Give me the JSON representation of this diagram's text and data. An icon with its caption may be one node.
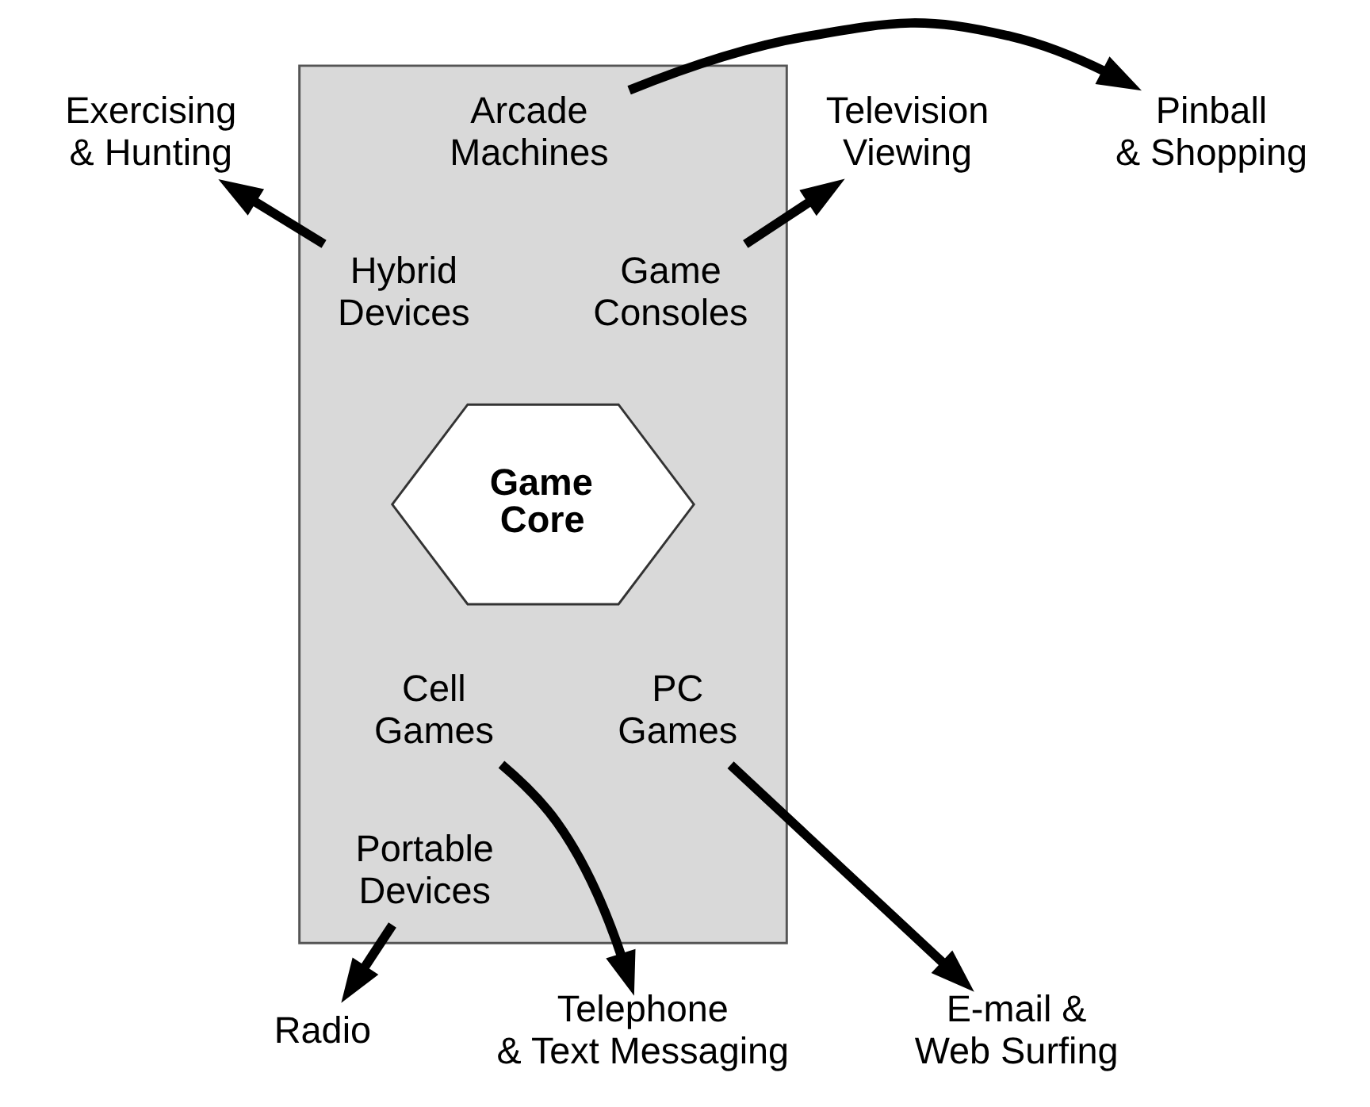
{
  "diagram": {
    "nodes": [
      {
        "text": [],
        "shape": "hexagon"
      },
      {
        "text": [
          "Arcade Machines"
        ],
        "in": 0
      },
      {
        "text": [
          "Game Consoles"
        ],
        "in": 0
      },
      {
        "text": [
          "PC Games"
        ],
        "in": 0
      },
      {
        "text": [
          "Portable Devices"
        ],
        "in": 0
      },
      {
        "text": [
          "Cell Games"
        ],
        "in": 0
      },
      {
        "text": [
          "Hybrid Devices"
        ],
        "in": 0
      },
      {
        "text": [
          "Game Core"
        ],
        "in": 0
      },
      {
        "text": [
          "Pinball & Shopping"
        ]
      },
      {
        "text": [
          "Television Viewing"
        ]
      },
      {
        "text": [
          "E-mail & Web Surfing"
        ]
      },
      {
        "text": [
          "Radio"
        ]
      },
      {
        "text": [
          "Telephone & Text Messaging"
        ]
      },
      {
        "text": [
          "Exercising & Hunting"
        ]
      }
    ],
    "edges": [
      {
        "from": 1,
        "to": 8,
        "arrow": "to"
      },
      {
        "from": 2,
        "to": 9,
        "arrow": "to"
      },
      {
        "from": 3,
        "to": 10,
        "arrow": "to"
      },
      {
        "from": 4,
        "to": 11,
        "arrow": "to"
      },
      {
        "from": 5,
        "to": 12,
        "arrow": "to"
      },
      {
        "from": 6,
        "to": 13,
        "arrow": "to"
      }
    ]
  }
}
